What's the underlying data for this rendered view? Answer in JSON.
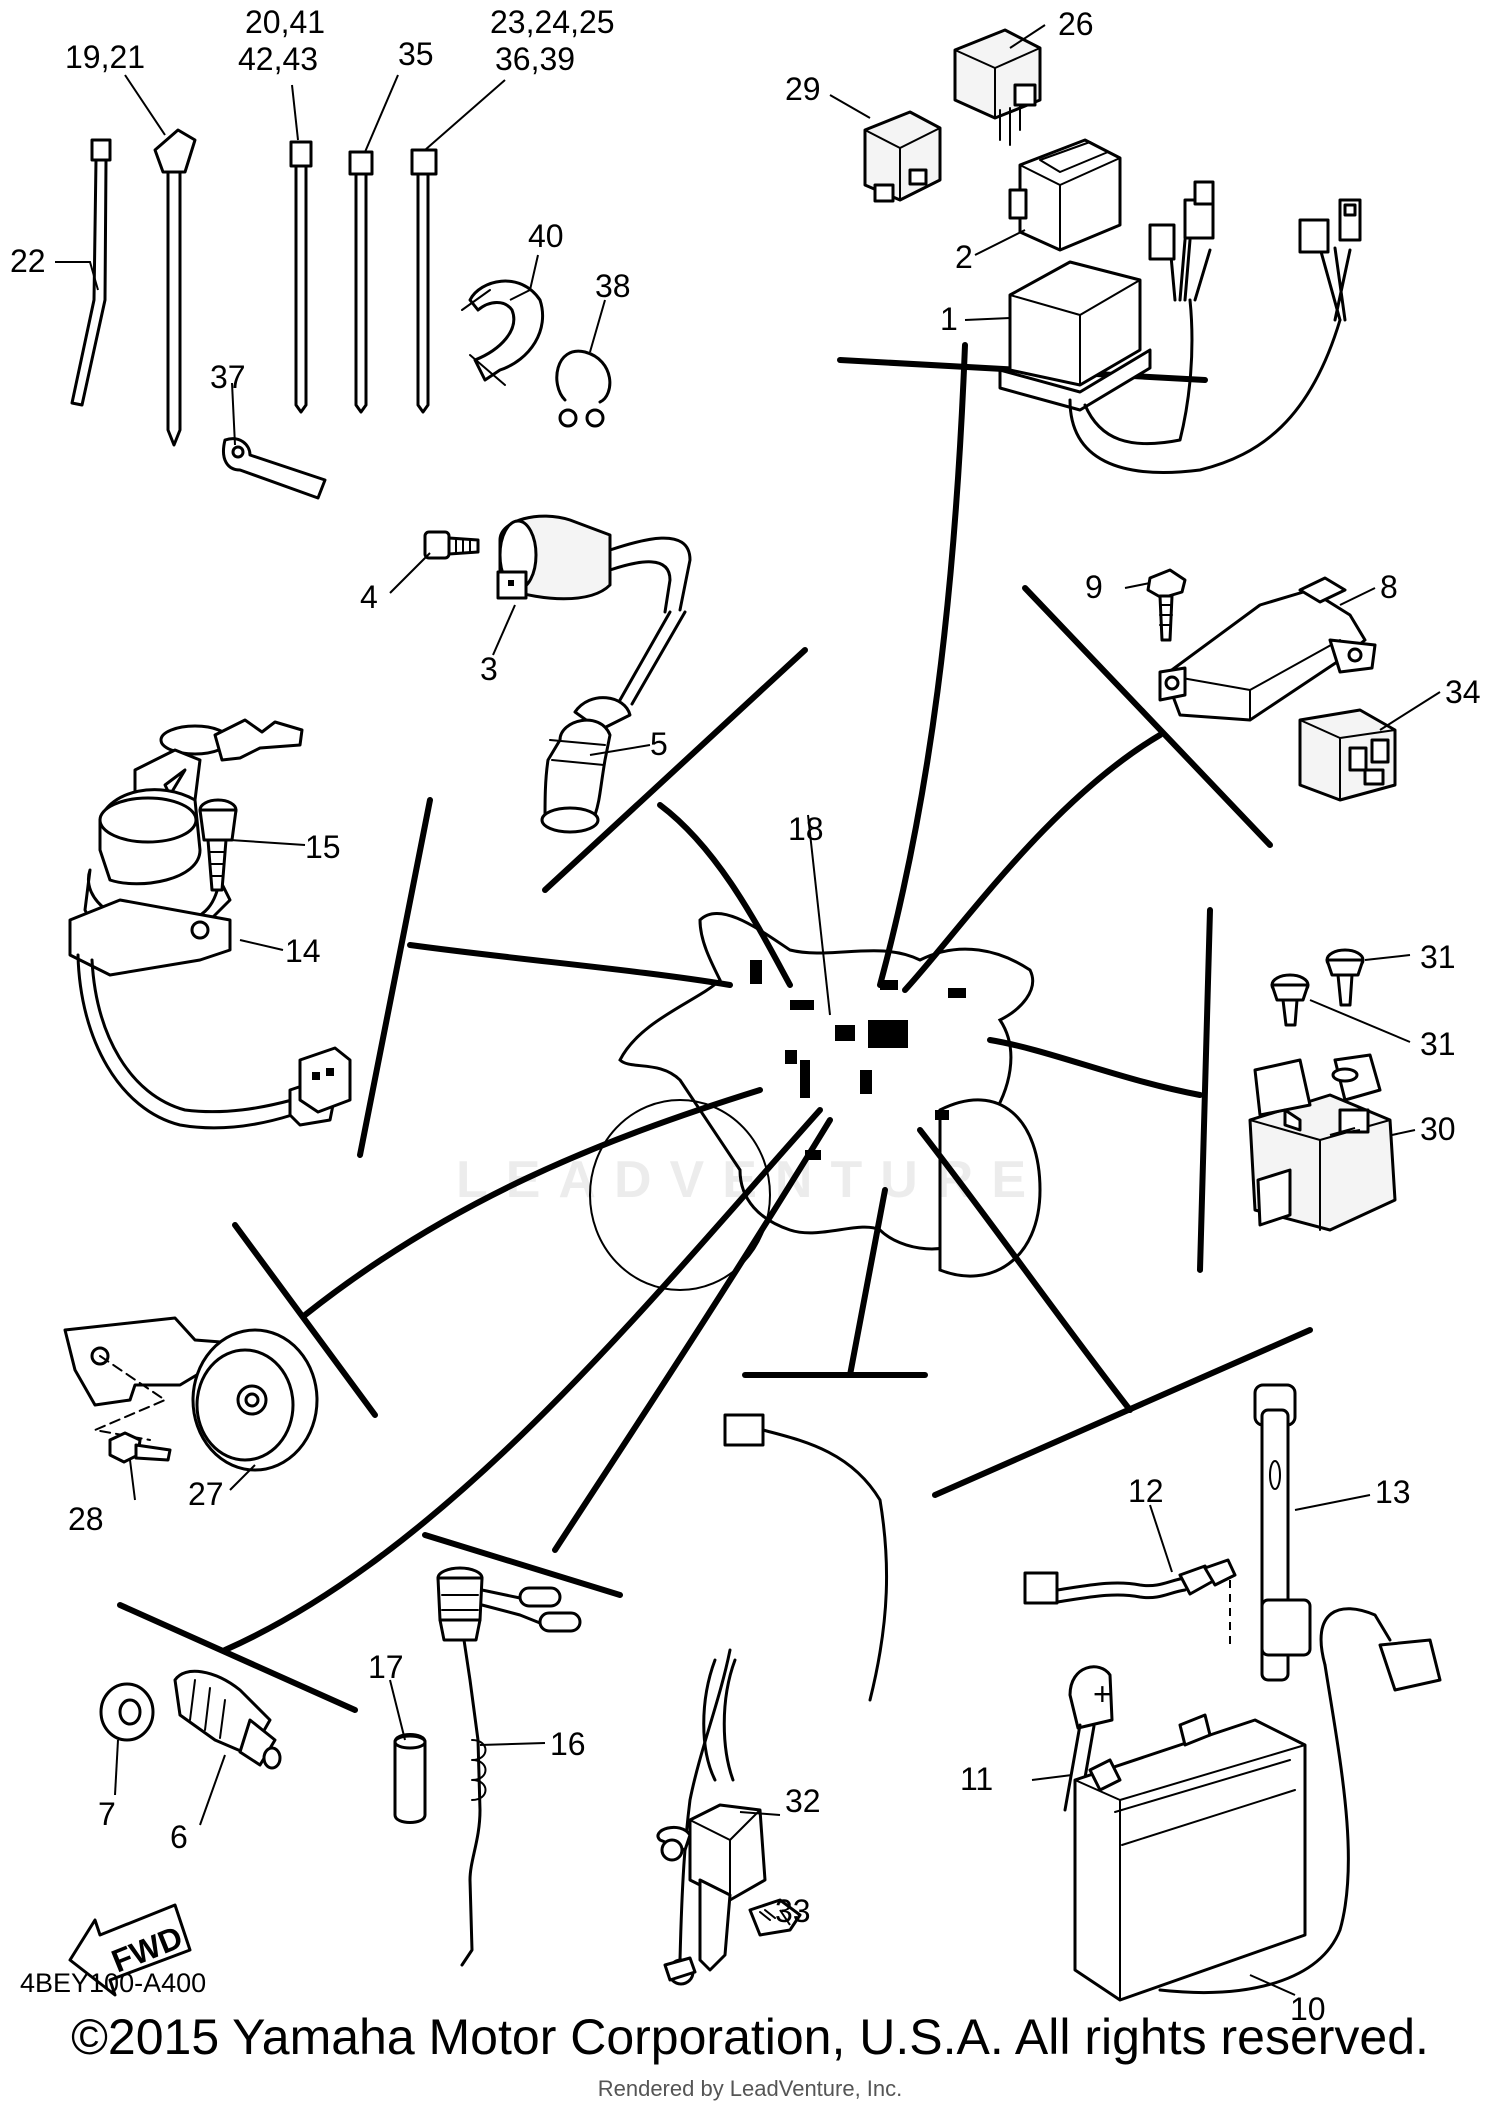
{
  "diagram": {
    "code": "4BEY100-A400",
    "copyright": "©2015 Yamaha Motor Corporation, U.S.A. All rights reserved.",
    "rendered_by": "Rendered by LeadVenture, Inc.",
    "watermark": "LEADVENTURE",
    "fwd_label": "FWD",
    "battery_terminal": "+"
  },
  "callouts": {
    "c19_21": "19,21",
    "c20_41": "20,41",
    "c42_43": "42,43",
    "c35": "35",
    "c23_24_25": "23,24,25",
    "c36_39": "36,39",
    "c26": "26",
    "c29": "29",
    "c22": "22",
    "c40": "40",
    "c38": "38",
    "c37": "37",
    "c2": "2",
    "c1": "1",
    "c4": "4",
    "c3": "3",
    "c5": "5",
    "c9": "9",
    "c8": "8",
    "c34": "34",
    "c15": "15",
    "c14": "14",
    "c18": "18",
    "c31a": "31",
    "c31b": "31",
    "c30": "30",
    "c28": "28",
    "c27": "27",
    "c12": "12",
    "c13": "13",
    "c17": "17",
    "c16": "16",
    "c32": "32",
    "c11": "11",
    "c7": "7",
    "c6": "6",
    "c33": "33",
    "c10": "10"
  }
}
